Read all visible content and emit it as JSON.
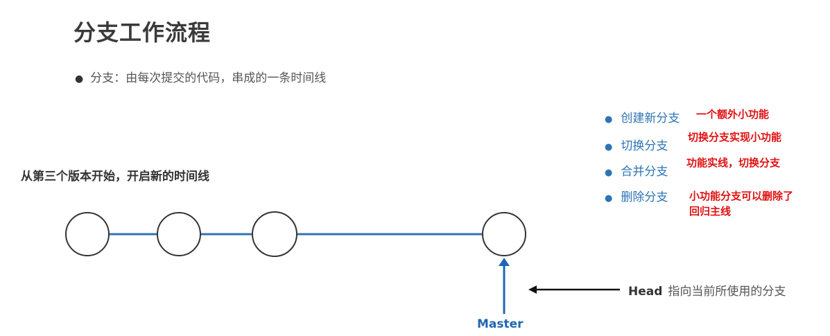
{
  "title": "分支工作流程",
  "bullet": "分支：由每次提交的代码，串成的一条时间线",
  "subtitle": "从第三个版本开始，开启新的时间线",
  "operations": [
    {
      "label": "创建新分支",
      "note": "一个额外小功能"
    },
    {
      "label": "切换分支",
      "note": "切换分支实现小功能"
    },
    {
      "label": "合并分支",
      "note": "功能实线，切换分支"
    },
    {
      "label": "删除分支",
      "note": "小功能分支可以删除了\n回归主线"
    }
  ],
  "head": {
    "label": "Head",
    "description": "指向当前所使用的分支"
  },
  "master_label": "Master",
  "colors": {
    "line": "#2e74b5",
    "note": "#e01010",
    "link": "#2e74b5",
    "arrow": "#1f66b3"
  }
}
